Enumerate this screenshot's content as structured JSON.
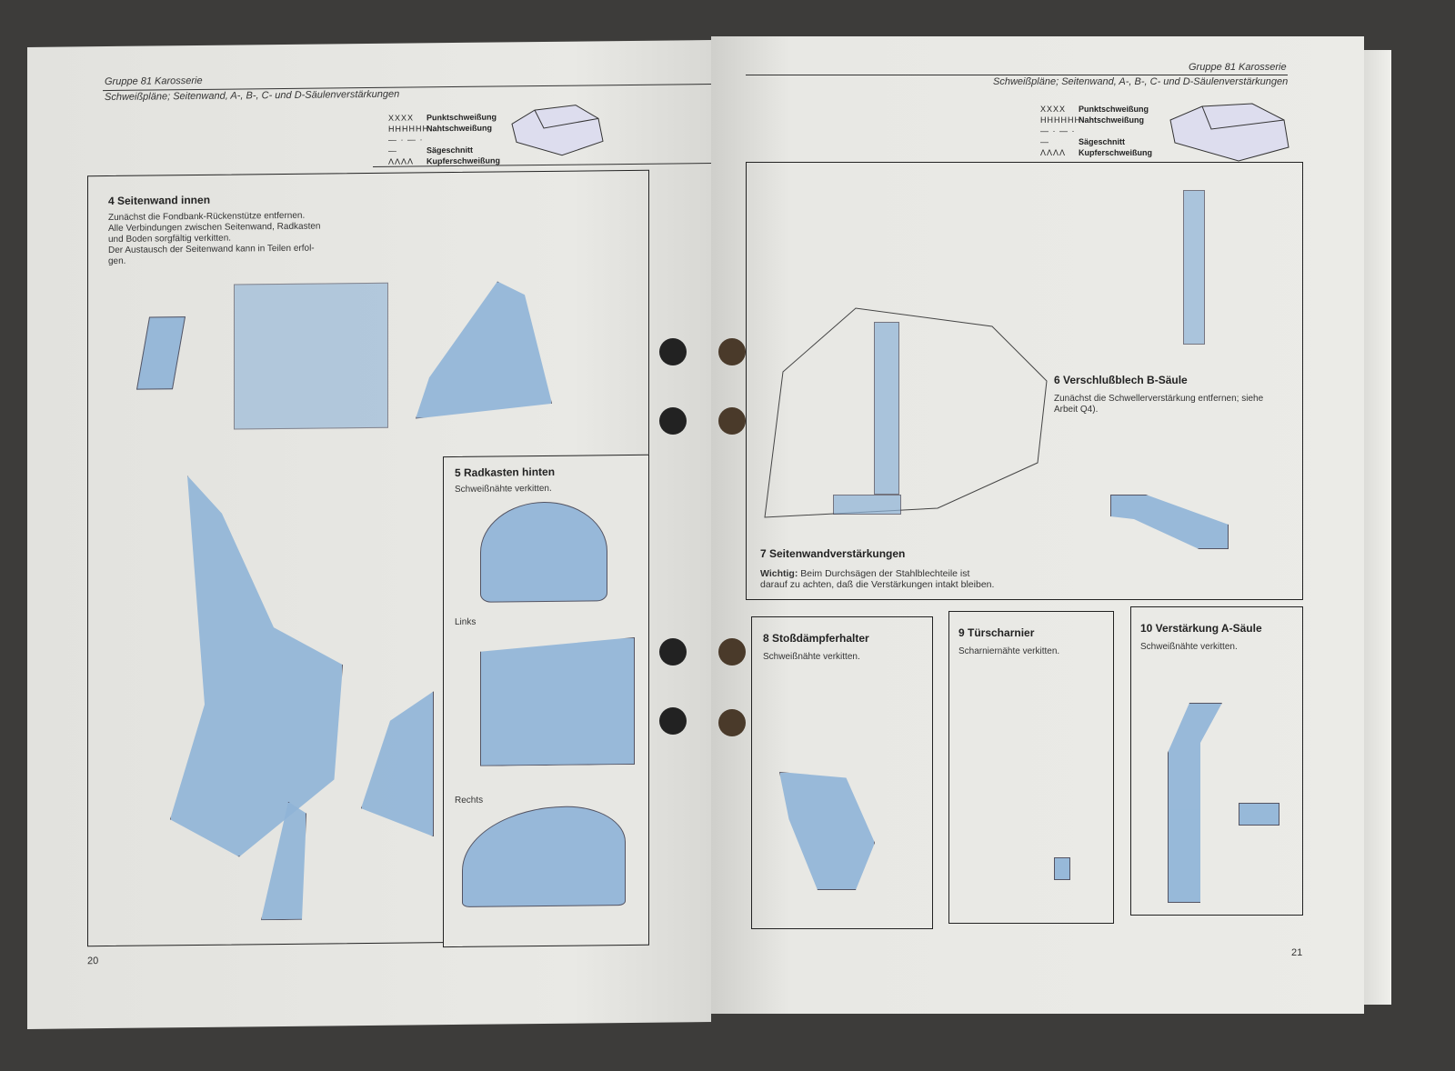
{
  "left_page": {
    "header_group": "Gruppe 81 Karosserie",
    "header_subtitle": "Schweißpläne; Seitenwand, A-, B-, C- und D-Säulenverstärkungen",
    "legend": [
      {
        "symbol": "XXXX",
        "label": "Punktschweißung"
      },
      {
        "symbol": "HHHHHH",
        "label": "Nahtschweißung"
      },
      {
        "symbol": "— · — · —",
        "label": "Sägeschnitt"
      },
      {
        "symbol": "ΛΛΛΛ",
        "label": "Kupferschweißung"
      }
    ],
    "section4": {
      "title": "4 Seitenwand innen",
      "text": [
        "Zunächst die Fondbank-Rückenstütze entfernen.",
        "Alle Verbindungen zwischen Seitenwand, Radkasten",
        "und Boden sorgfältig verkitten.",
        "Der Austausch der Seitenwand kann in Teilen erfol-",
        "gen."
      ]
    },
    "section5": {
      "title": "5 Radkasten hinten",
      "text": "Schweißnähte verkitten.",
      "label_left": "Links",
      "label_right": "Rechts"
    },
    "page_number": "20"
  },
  "right_page": {
    "header_group": "Gruppe 81 Karosserie",
    "header_subtitle": "Schweißpläne; Seitenwand, A-, B-, C- und D-Säulenverstärkungen",
    "legend": [
      {
        "symbol": "XXXX",
        "label": "Punktschweißung"
      },
      {
        "symbol": "HHHHHH",
        "label": "Nahtschweißung"
      },
      {
        "symbol": "— · — · —",
        "label": "Sägeschnitt"
      },
      {
        "symbol": "ΛΛΛΛ",
        "label": "Kupferschweißung"
      }
    ],
    "section6": {
      "title": "6 Verschlußblech B-Säule",
      "text": [
        "Zunächst die Schwellerverstärkung entfernen; siehe",
        "Arbeit Q4)."
      ]
    },
    "section7": {
      "title": "7 Seitenwandverstärkungen",
      "bold": "Wichtig:",
      "text": [
        "Beim Durchsägen der Stahlblechteile ist",
        "darauf zu achten, daß die Verstärkungen intakt bleiben."
      ]
    },
    "section8": {
      "title": "8 Stoßdämpferhalter",
      "text": "Schweißnähte verkitten."
    },
    "section9": {
      "title": "9 Türscharnier",
      "text": "Scharniernähte verkitten."
    },
    "section10": {
      "title": "10 Verstärkung A-Säule",
      "text": "Schweißnähte verkitten."
    },
    "page_number": "21"
  },
  "colors": {
    "highlight": "#8fb4d8",
    "paper": "#e6e6e2",
    "background": "#3d3c3a"
  }
}
